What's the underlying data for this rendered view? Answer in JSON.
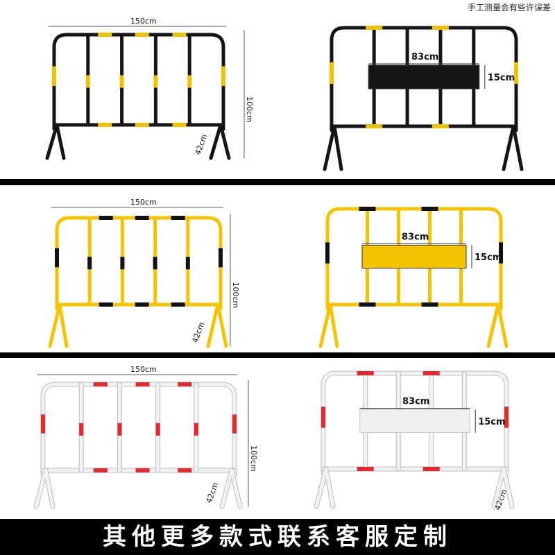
{
  "note": "手工测量会有些许误差",
  "banner": "其他更多款式联系客服定制",
  "dims": {
    "width": "150cm",
    "height": "100cm",
    "foot": "42cm",
    "panel_w": "83cm",
    "panel_h": "15cm"
  },
  "rows": [
    {
      "name": "black-yellow",
      "frame": "#151515",
      "stripe": "#f2c200",
      "plate": "#151515"
    },
    {
      "name": "yellow-black",
      "frame": "#f5c400",
      "stripe": "#111111",
      "plate": "#f5c400"
    },
    {
      "name": "white-red",
      "frame": "#f2f2f2",
      "stripe": "#e8262b",
      "plate": "#efefef"
    }
  ]
}
